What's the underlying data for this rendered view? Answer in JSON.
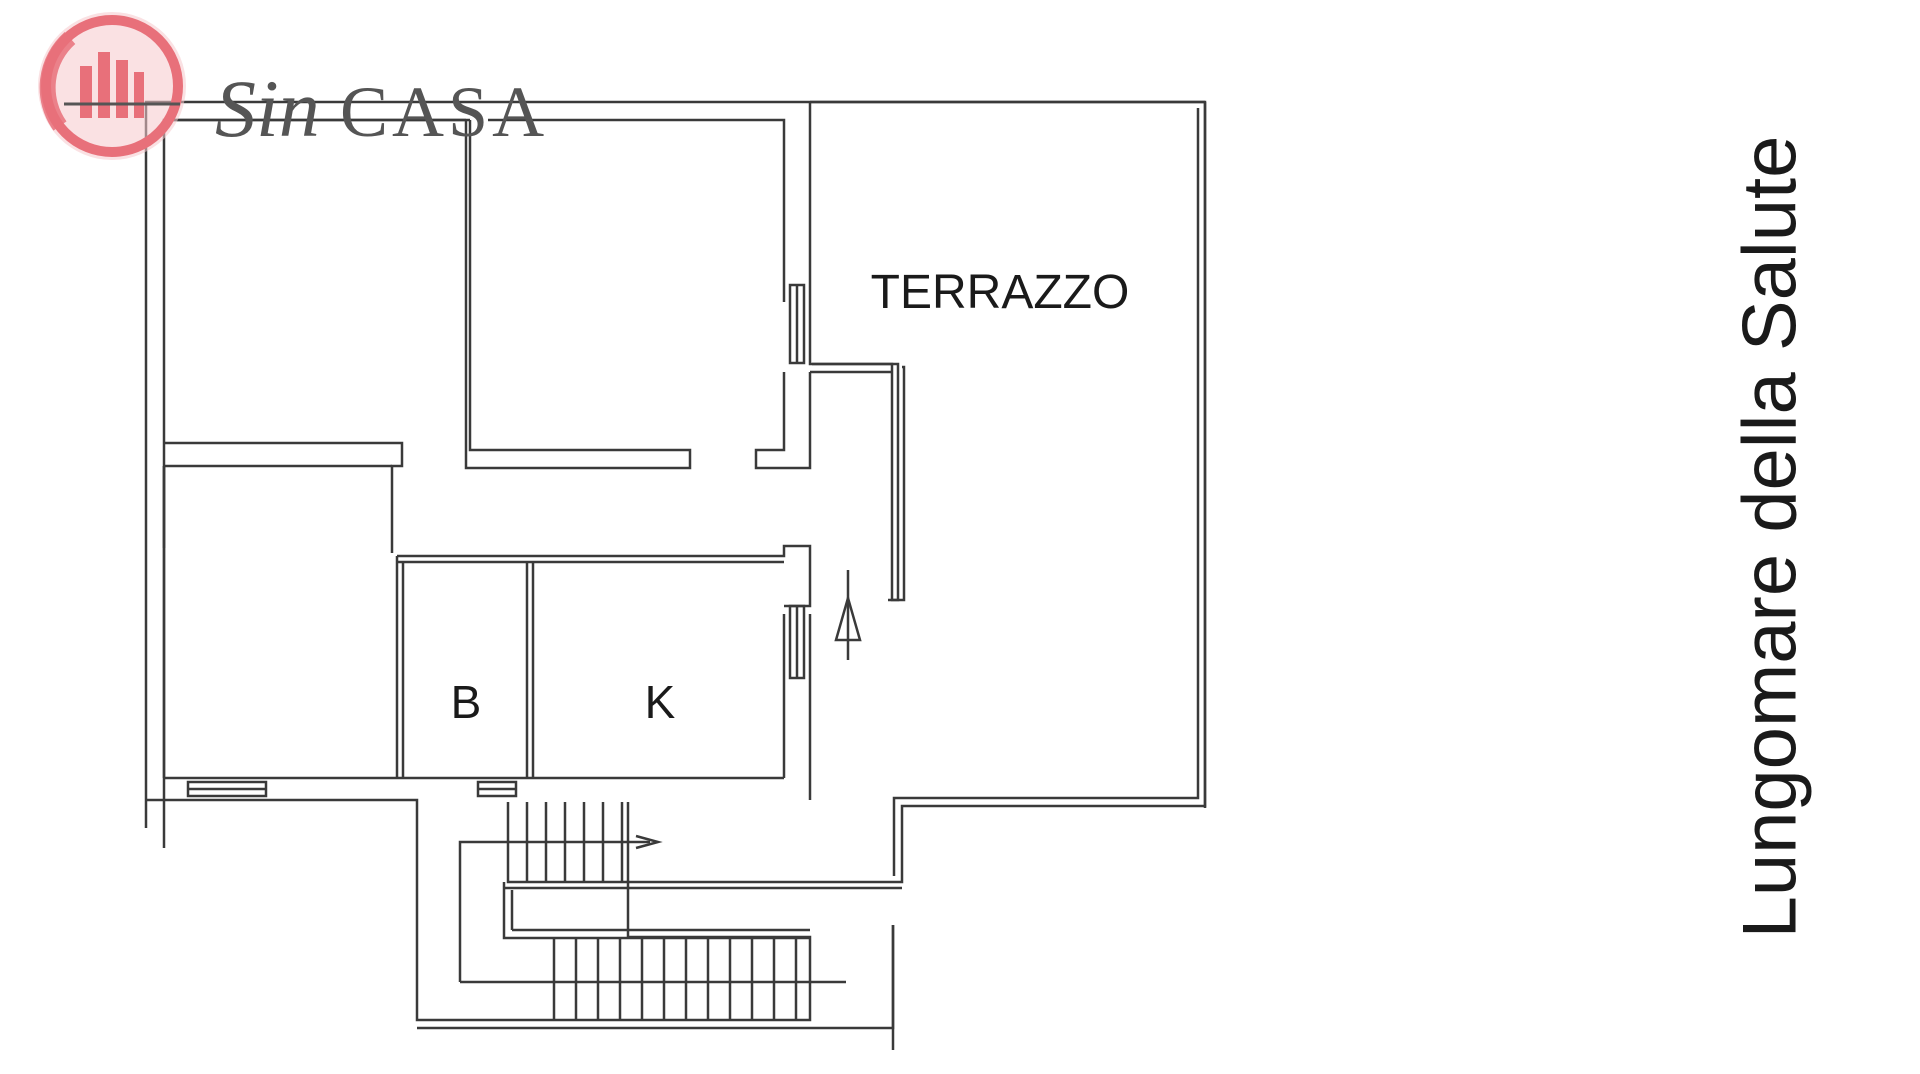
{
  "logo": {
    "text_script": "Sin",
    "text_caps": "CASA",
    "color_mark": "#e8707a",
    "color_text": "#555555"
  },
  "rooms": {
    "terrace_label": "TERRAZZO",
    "bathroom_label": "B",
    "kitchen_label": "K"
  },
  "street": {
    "name": "Lungomare della Salute"
  },
  "colors": {
    "wall": "#3a3a3a",
    "background": "#ffffff"
  }
}
